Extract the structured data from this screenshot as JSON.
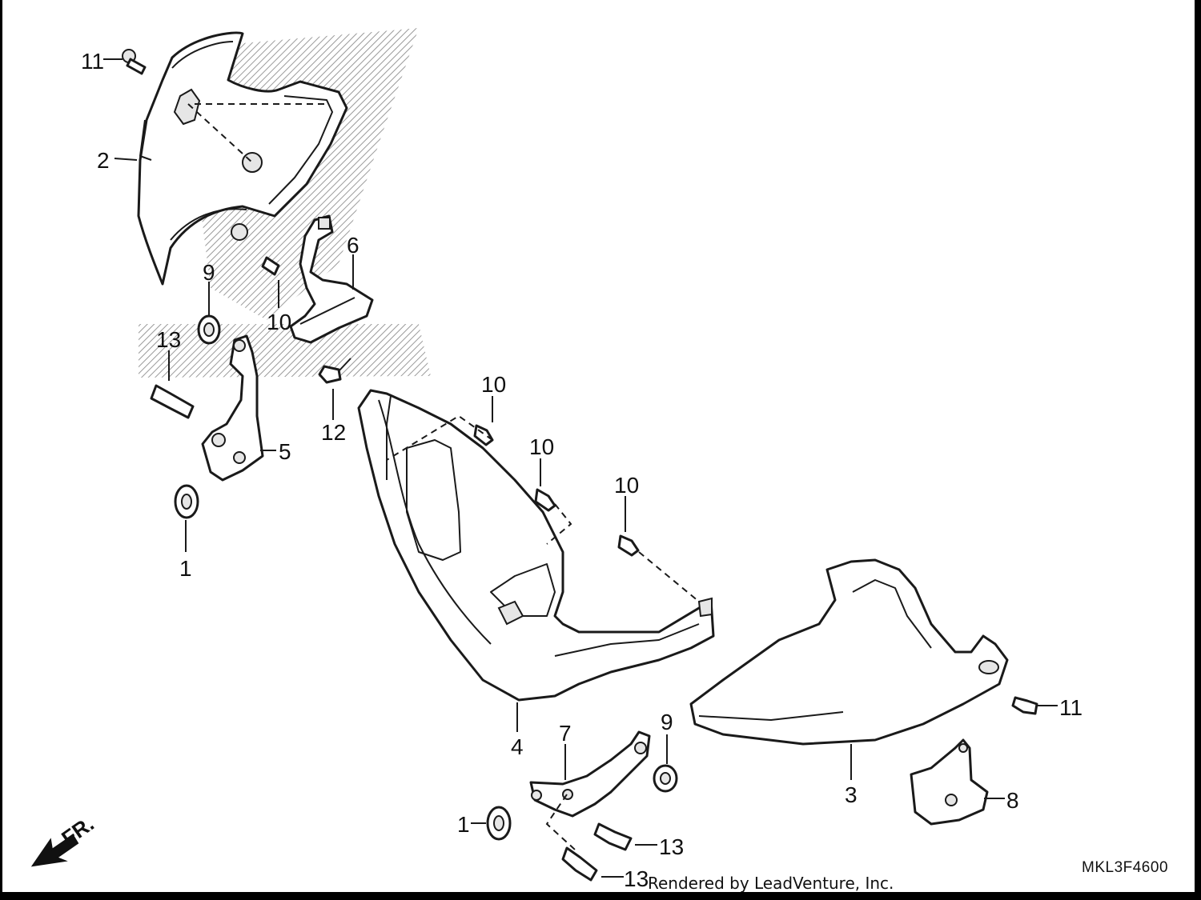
{
  "callouts": {
    "c1a": "1",
    "c1b": "1",
    "c2": "2",
    "c3": "3",
    "c4": "4",
    "c5": "5",
    "c6": "6",
    "c7": "7",
    "c8": "8",
    "c9a": "9",
    "c9b": "9",
    "c10a": "10",
    "c10b": "10",
    "c10c": "10",
    "c10d": "10",
    "c11a": "11",
    "c11b": "11",
    "c12": "12",
    "c13a": "13",
    "c13b": "13",
    "c13c": "13"
  },
  "direction_indicator": "FR.",
  "diagram_code": "MKL3F4600",
  "credit": "Rendered by LeadVenture, Inc.",
  "icons": [
    "front-direction-arrow-icon"
  ]
}
